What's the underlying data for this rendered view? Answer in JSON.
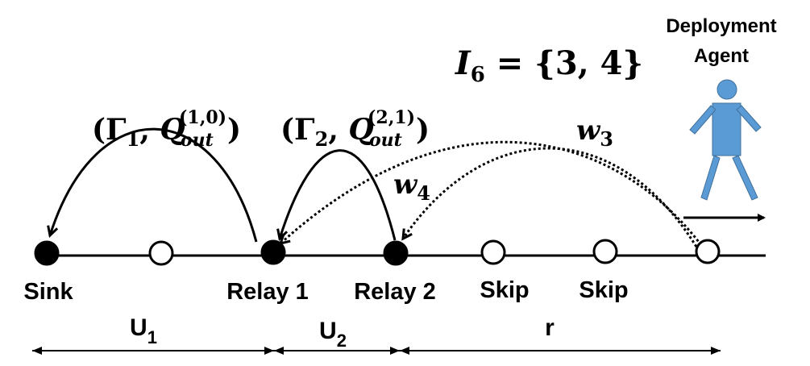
{
  "set_label": {
    "var": "I",
    "sub": "6",
    "rest": " = {3, 4}"
  },
  "agent_label": {
    "line1": "Deployment",
    "line2": "Agent"
  },
  "colors": {
    "agent": "#5b9bd5",
    "line": "#000000"
  },
  "nodes": [
    {
      "label": "Sink",
      "filled": true
    },
    {
      "label": "",
      "filled": false
    },
    {
      "label": "Relay 1",
      "filled": true
    },
    {
      "label": "Relay 2",
      "filled": true
    },
    {
      "label": "Skip",
      "filled": false
    },
    {
      "label": "Skip",
      "filled": false
    },
    {
      "label": "",
      "filled": false
    }
  ],
  "arcs": [
    {
      "gamma": "Γ",
      "gamma_sub": "1",
      "q": "Q",
      "q_sub": "out",
      "q_sup": "(1,0)"
    },
    {
      "gamma": "Γ",
      "gamma_sub": "2",
      "q": "Q",
      "q_sub": "out",
      "q_sup": "(2,1)"
    }
  ],
  "weights": [
    {
      "w": "w",
      "sub": "3"
    },
    {
      "w": "w",
      "sub": "4"
    }
  ],
  "spans": [
    {
      "label": "U",
      "sub": "1"
    },
    {
      "label": "U",
      "sub": "2"
    },
    {
      "label": "r",
      "sub": ""
    }
  ]
}
